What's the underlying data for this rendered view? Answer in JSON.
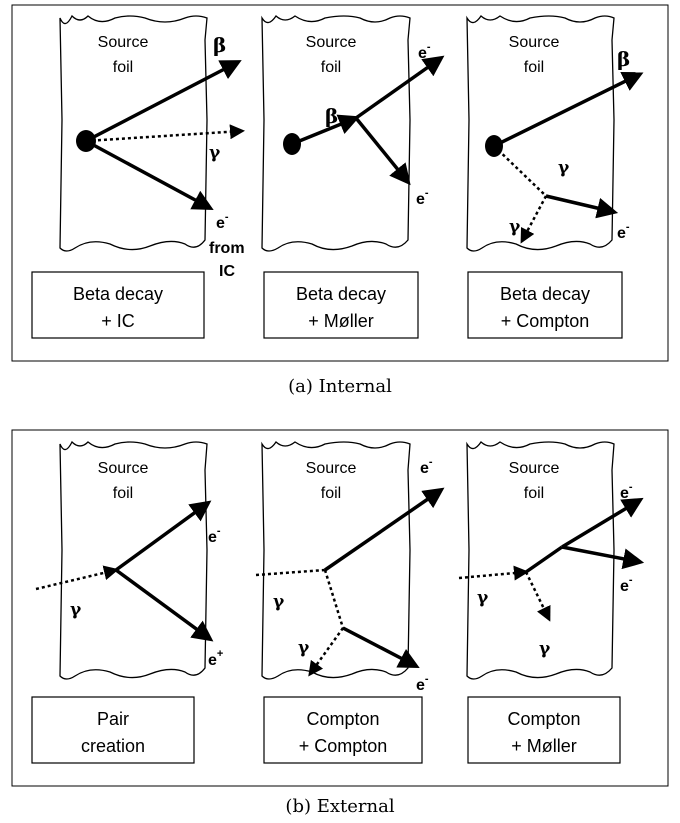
{
  "panels": [
    {
      "caption": "(a) Internal",
      "cells": [
        {
          "foil_label_1": "Source",
          "foil_label_2": "foil",
          "box_line_1": "Beta decay",
          "box_line_2": "+ IC",
          "labels": {
            "beta": "β",
            "gamma": "γ",
            "e": "e",
            "e_sup": "-",
            "from": "from",
            "ic": "IC"
          }
        },
        {
          "foil_label_1": "Source",
          "foil_label_2": "foil",
          "box_line_1": "Beta decay",
          "box_line_2": "+ Møller",
          "labels": {
            "beta": "β",
            "e1": "e",
            "e1_sup": "-",
            "e2": "e",
            "e2_sup": "-"
          }
        },
        {
          "foil_label_1": "Source",
          "foil_label_2": "foil",
          "box_line_1": "Beta decay",
          "box_line_2": "+ Compton",
          "labels": {
            "beta": "β",
            "gamma1": "γ",
            "gamma2": "γ",
            "e": "e",
            "e_sup": "-"
          }
        }
      ]
    },
    {
      "caption": "(b) External",
      "cells": [
        {
          "foil_label_1": "Source",
          "foil_label_2": "foil",
          "box_line_1": "Pair",
          "box_line_2": "creation",
          "labels": {
            "gamma": "γ",
            "em": "e",
            "em_sup": "-",
            "ep": "e",
            "ep_sup": "+"
          }
        },
        {
          "foil_label_1": "Source",
          "foil_label_2": "foil",
          "box_line_1": "Compton",
          "box_line_2": "+ Compton",
          "labels": {
            "gamma1": "γ",
            "gamma2": "γ",
            "e1": "e",
            "e1_sup": "-",
            "e2": "e",
            "e2_sup": "-"
          }
        },
        {
          "foil_label_1": "Source",
          "foil_label_2": "foil",
          "box_line_1": "Compton",
          "box_line_2": "+ Møller",
          "labels": {
            "gamma1": "γ",
            "gamma2": "γ",
            "e1": "e",
            "e1_sup": "-",
            "e2": "e",
            "e2_sup": "-"
          }
        }
      ]
    }
  ]
}
